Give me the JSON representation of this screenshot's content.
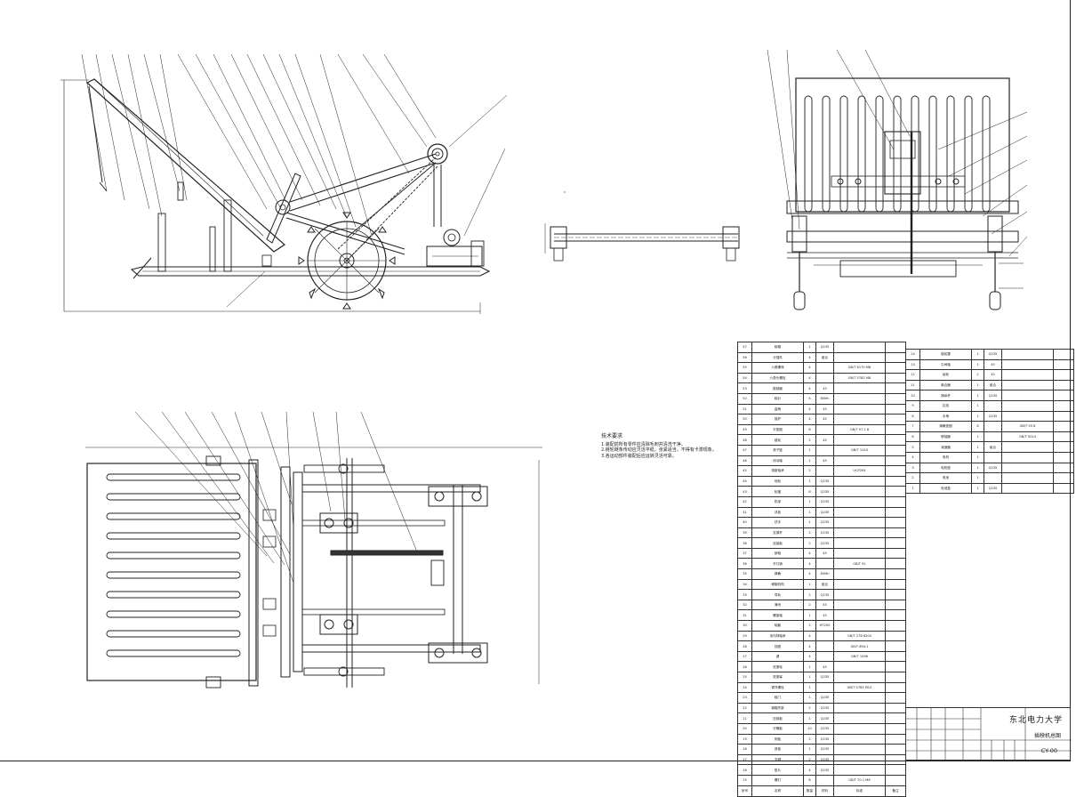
{
  "sheet": {
    "technical_notes_title": "技术要求",
    "technical_notes": [
      "1.装配前所有零件应清除毛刺并清洗干净。",
      "2.链轮链条传动应灵活平稳，张紧适当，不得有卡滞现象。",
      "3.各运动部件装配后应运转灵活可靠。"
    ]
  },
  "title_block": {
    "organization": "东北电力大学",
    "drawing_name": "插秧机总图",
    "drawing_number": "CY-00"
  },
  "bom_left": {
    "header": [
      "序号",
      "名称",
      "数量",
      "材料",
      "标准",
      "备注"
    ],
    "rows": [
      [
        "57",
        "秧箱",
        "1",
        "Q235",
        "",
        ""
      ],
      [
        "56",
        "分插件",
        "4",
        "组合",
        "",
        ""
      ],
      [
        "55",
        "六角螺母",
        "4",
        "",
        "GB/T 6170 M8",
        ""
      ],
      [
        "54",
        "六角头螺栓",
        "4",
        "",
        "GB/T 5782 M8",
        ""
      ],
      [
        "53",
        "推秧器",
        "4",
        "45",
        "",
        ""
      ],
      [
        "52",
        "秧针",
        "4",
        "65Mn",
        "",
        ""
      ],
      [
        "51",
        "曲柄",
        "4",
        "45",
        "",
        ""
      ],
      [
        "50",
        "摇杆",
        "4",
        "45",
        "",
        ""
      ],
      [
        "49",
        "平垫圈",
        "8",
        "",
        "GB/T 97.1 8",
        ""
      ],
      [
        "48",
        "链轮",
        "2",
        "45",
        "",
        ""
      ],
      [
        "47",
        "滚子链",
        "1",
        "",
        "GB/T 1243",
        ""
      ],
      [
        "46",
        "传动轴",
        "1",
        "45",
        "",
        ""
      ],
      [
        "45",
        "带座轴承",
        "2",
        "",
        "UCP204",
        ""
      ],
      [
        "44",
        "地轮",
        "1",
        "Q235",
        "",
        ""
      ],
      [
        "43",
        "轮辐",
        "8",
        "Q235",
        "",
        ""
      ],
      [
        "42",
        "机架",
        "1",
        "Q235",
        "",
        ""
      ],
      [
        "41",
        "浮板",
        "1",
        "Q235",
        "",
        ""
      ],
      [
        "40",
        "扶手",
        "1",
        "Q235",
        "",
        ""
      ],
      [
        "39",
        "支撑杆",
        "2",
        "Q235",
        "",
        ""
      ],
      [
        "38",
        "连接板",
        "2",
        "Q235",
        "",
        ""
      ],
      [
        "37",
        "销轴",
        "4",
        "45",
        "",
        ""
      ],
      [
        "36",
        "开口销",
        "4",
        "",
        "GB/T 91",
        ""
      ],
      [
        "35",
        "弹簧",
        "4",
        "65Mn",
        "",
        ""
      ],
      [
        "34",
        "移箱机构",
        "1",
        "组合",
        "",
        ""
      ],
      [
        "33",
        "导轨",
        "2",
        "Q235",
        "",
        ""
      ],
      [
        "32",
        "滑块",
        "2",
        "45",
        "",
        ""
      ],
      [
        "31",
        "螺旋轴",
        "1",
        "45",
        "",
        ""
      ],
      [
        "30",
        "轴套",
        "2",
        "HT200",
        "",
        ""
      ],
      [
        "29",
        "深沟球轴承",
        "4",
        "",
        "GB/T 276 6204",
        ""
      ],
      [
        "28",
        "挡圈",
        "4",
        "",
        "GB/T 894.1",
        ""
      ],
      [
        "27",
        "键",
        "4",
        "",
        "GB/T 1096",
        ""
      ],
      [
        "26",
        "张紧轮",
        "1",
        "45",
        "",
        ""
      ],
      [
        "25",
        "张紧臂",
        "1",
        "Q235",
        "",
        ""
      ],
      [
        "24",
        "调节螺栓",
        "1",
        "",
        "GB/T 5783 M10",
        ""
      ],
      [
        "23",
        "秧门",
        "1",
        "Q235",
        "",
        ""
      ],
      [
        "22",
        "秧箱托架",
        "2",
        "Q235",
        "",
        ""
      ],
      [
        "21",
        "压秧板",
        "1",
        "Q235",
        "",
        ""
      ],
      [
        "20",
        "分隔板",
        "10",
        "Q235",
        "",
        ""
      ],
      [
        "19",
        "侧板",
        "2",
        "Q235",
        "",
        ""
      ],
      [
        "18",
        "底板",
        "1",
        "Q235",
        "",
        ""
      ],
      [
        "17",
        "支脚",
        "2",
        "Q235",
        "",
        ""
      ],
      [
        "16",
        "垫片",
        "4",
        "Q235",
        "",
        ""
      ],
      [
        "15",
        "螺钉",
        "8",
        "",
        "GB/T 70.1 M6",
        ""
      ]
    ]
  },
  "bom_right": {
    "rows": [
      [
        "14",
        "链轮罩",
        "1",
        "Q235",
        "",
        ""
      ],
      [
        "13",
        "中间轴",
        "1",
        "45",
        "",
        ""
      ],
      [
        "12",
        "齿轮",
        "2",
        "45",
        "",
        ""
      ],
      [
        "11",
        "离合器",
        "1",
        "组合",
        "",
        ""
      ],
      [
        "10",
        "操纵杆",
        "1",
        "Q235",
        "",
        ""
      ],
      [
        "9",
        "拉线",
        "1",
        "",
        "",
        ""
      ],
      [
        "8",
        "手柄",
        "1",
        "Q235",
        "",
        ""
      ],
      [
        "7",
        "弹簧垫圈",
        "8",
        "",
        "GB/T 93 8",
        ""
      ],
      [
        "6",
        "联轴器",
        "1",
        "",
        "GB/T 5014",
        ""
      ],
      [
        "5",
        "减速器",
        "1",
        "组合",
        "",
        ""
      ],
      [
        "4",
        "电机",
        "1",
        "",
        "",
        ""
      ],
      [
        "3",
        "电机座",
        "1",
        "Q235",
        "",
        ""
      ],
      [
        "2",
        "电池",
        "1",
        "",
        "",
        ""
      ],
      [
        "1",
        "电池盒",
        "1",
        "Q235",
        "",
        ""
      ]
    ]
  }
}
